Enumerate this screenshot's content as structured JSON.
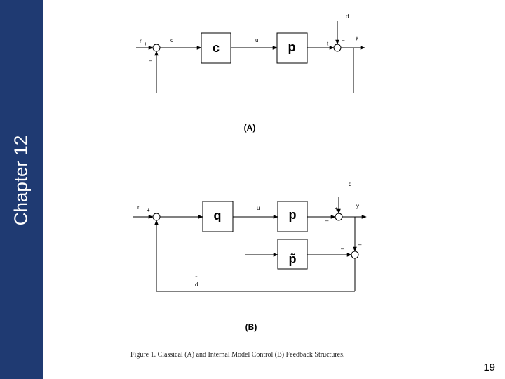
{
  "sidebar": {
    "title": "Chapter 12"
  },
  "diagram_a": {
    "label": "(A)",
    "blocks": {
      "controller": "c",
      "plant": "p"
    },
    "signals": {
      "r": "r",
      "e": "c",
      "u": "u",
      "d": "d",
      "y": "y",
      "t": "t"
    },
    "signs": {
      "sum1_plus": "+",
      "sum1_minus": "–",
      "sum2_minus": "–"
    }
  },
  "diagram_b": {
    "label": "(B)",
    "blocks": {
      "q": "q",
      "plant": "p",
      "model": "p̃"
    },
    "signals": {
      "r": "r",
      "u": "u",
      "d": "d",
      "y": "y",
      "dtilde_tilde": "~",
      "dtilde": "d"
    },
    "signs": {
      "sum1_plus": "+",
      "sum2_plus_top": "+",
      "sum2_plus_left": "+",
      "sum2_minus": "–",
      "sum3_minus_top": "–",
      "sum3_minus_left": "–"
    }
  },
  "figure_caption": "Figure 1. Classical (A) and Internal Model Control (B) Feedback Structures.",
  "page_number": "19"
}
